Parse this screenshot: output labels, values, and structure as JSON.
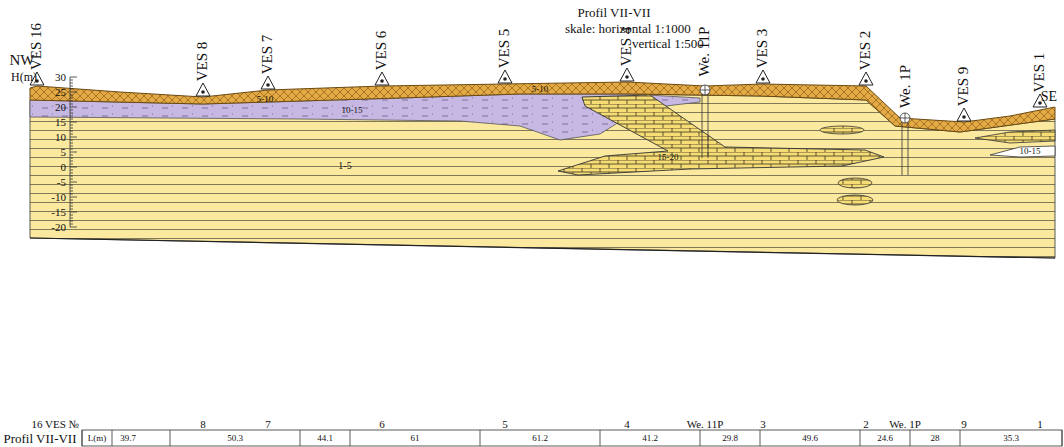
{
  "diagram": {
    "title": "Profil VII-VII",
    "labels": [
      "skale: horizontal 1:1000",
      "vertical 1:500",
      "NW",
      "SE",
      "H(m)",
      "30",
      "25",
      "20",
      "15",
      "10",
      "5",
      "0",
      "-5",
      "-10",
      "-15",
      "-20",
      "VES 16",
      "VES 8",
      "VES 7",
      "VES 6",
      "VES 5",
      "VES 4",
      "We. 11P",
      "VES 3",
      "VES 2",
      "We. 1P",
      "VES 9",
      "VES 1",
      "5-10",
      "5-10",
      "10-15",
      "1-5",
      "15-20",
      "10-15",
      "VES №",
      "16",
      "8",
      "7",
      "6",
      "5",
      "4",
      "We. 11P",
      "3",
      "2",
      "We. 1P",
      "9",
      "1",
      "Profil VII-VII",
      "L(m)",
      "39.7",
      "50.3",
      "44.1",
      "61",
      "61.2",
      "41.2",
      "29.8",
      "49.6",
      "24.6",
      "28",
      "35.3"
    ]
  }
}
